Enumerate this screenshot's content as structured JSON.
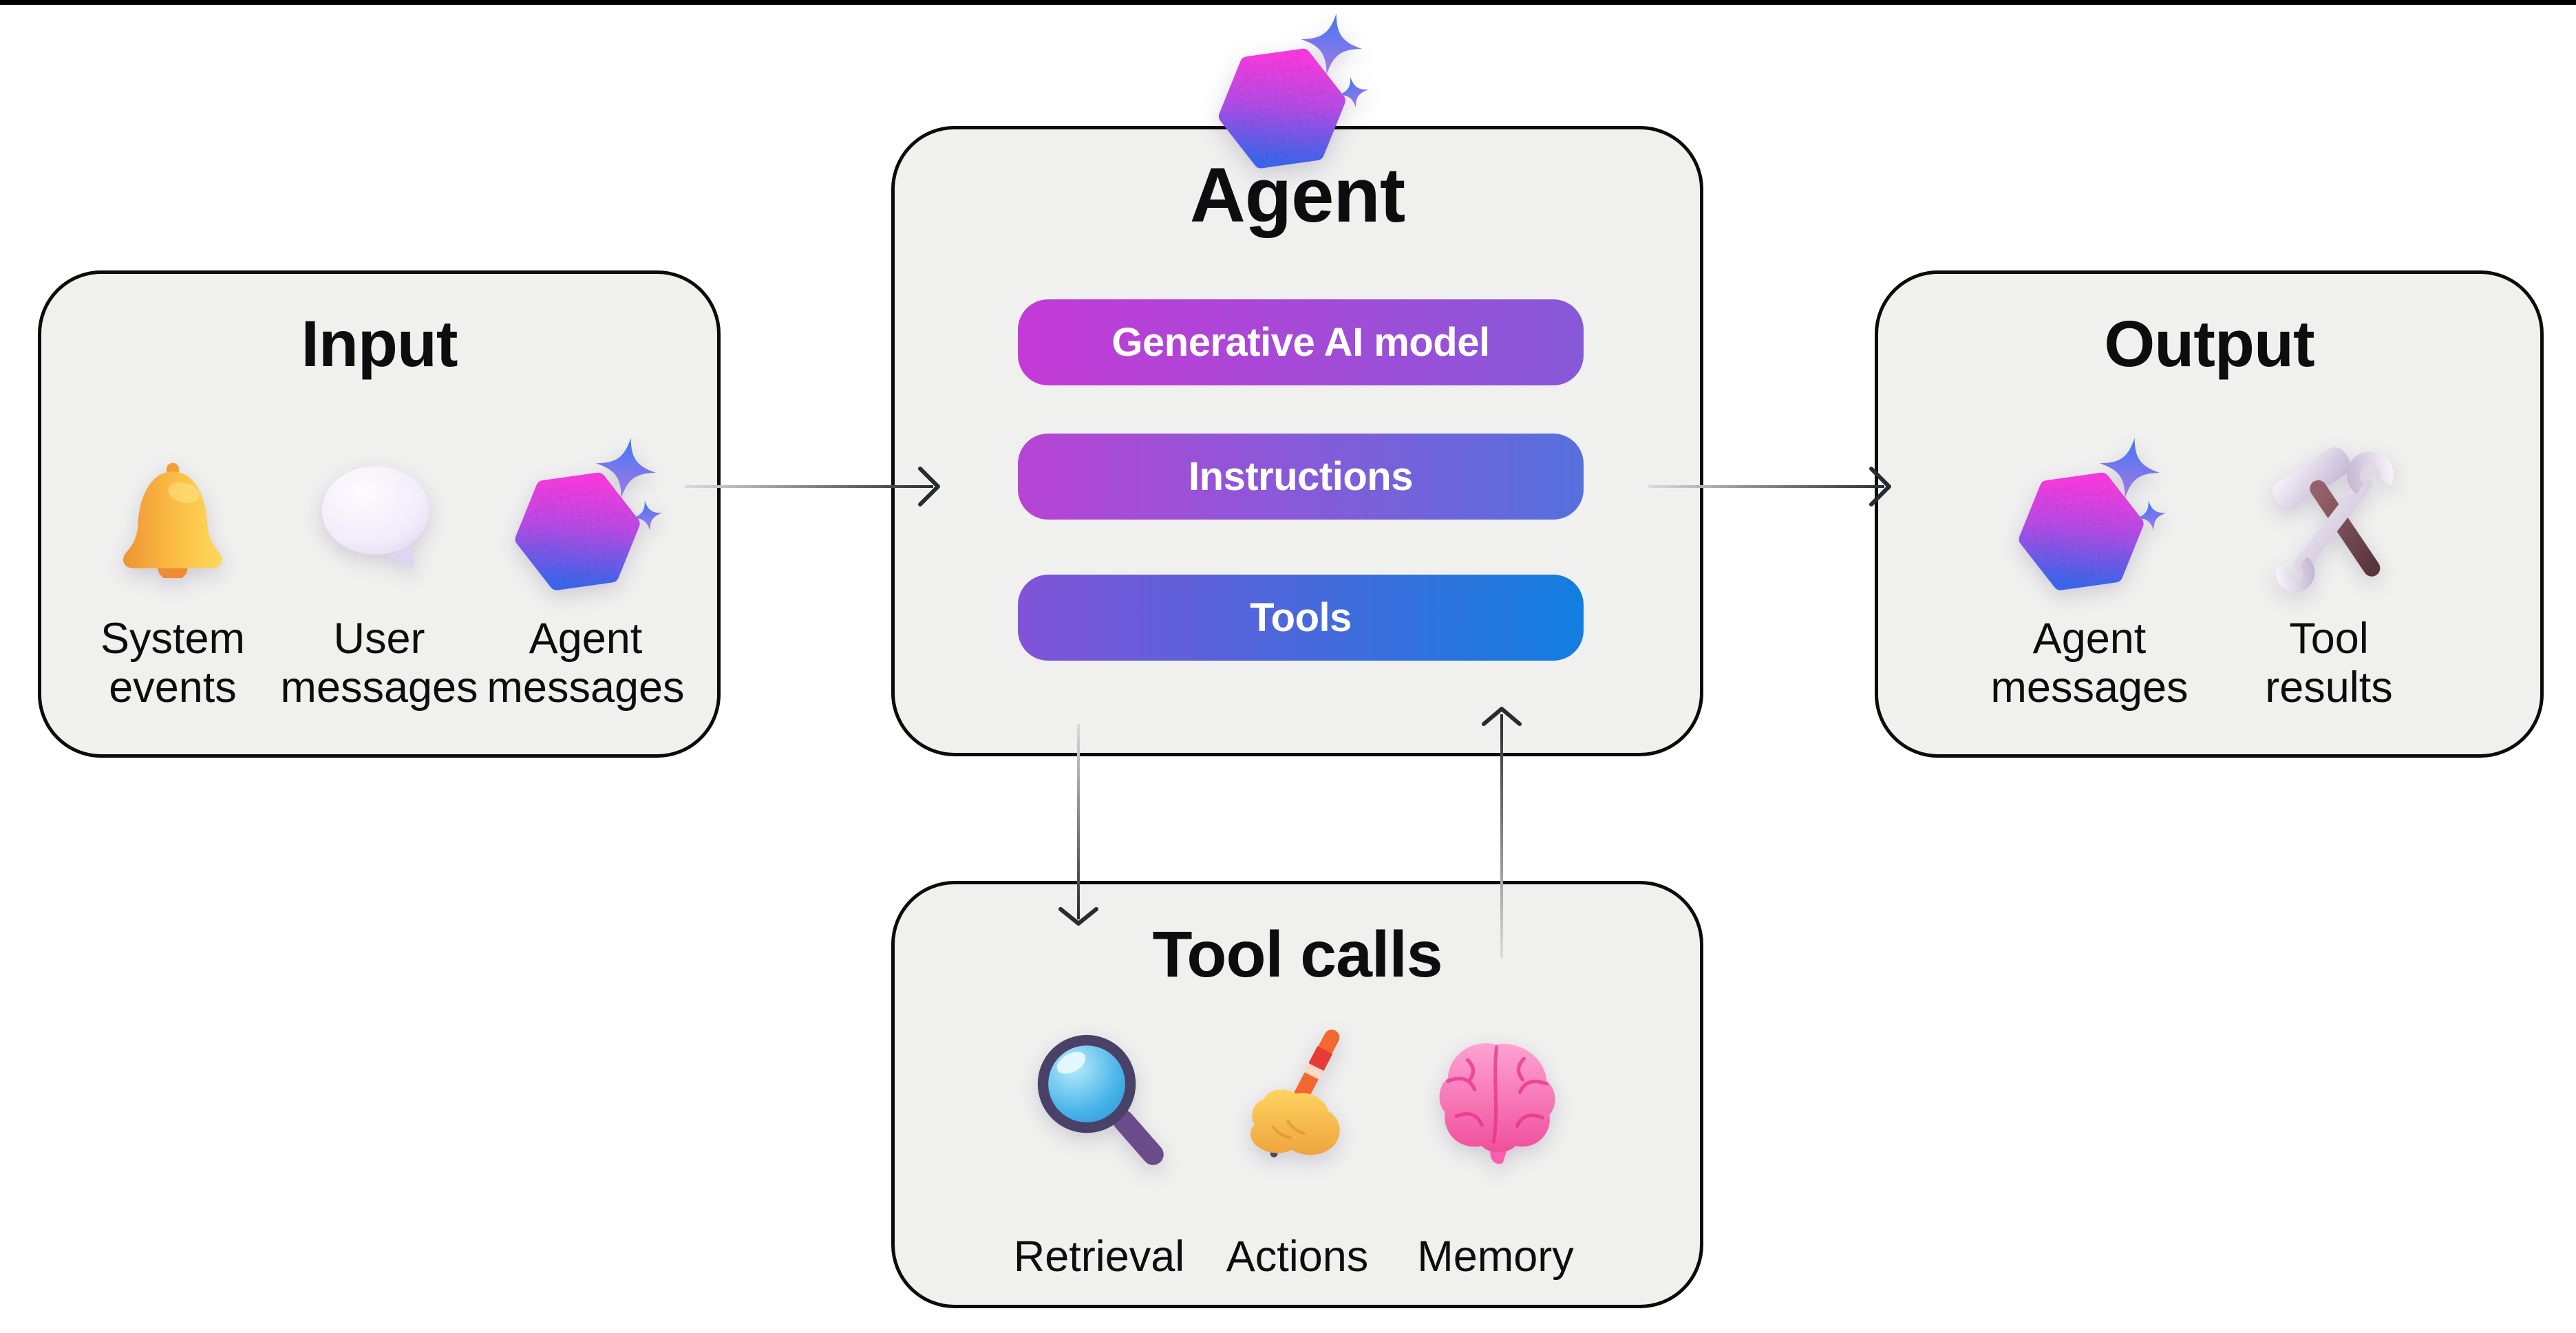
{
  "canvas": {
    "background": "#ffffff",
    "top_edge_color": "#000000"
  },
  "styles": {
    "box_fill": "#f0f0ef",
    "box_border": "#0b0b0b",
    "text_color": "#0d0d0f",
    "arrow_dark": "#2a2a32",
    "arrow_light": "#dcdce0",
    "pill_text_color": "#ffffff"
  },
  "boxes": {
    "input": {
      "title": "Input",
      "items": [
        {
          "icon": "bell-icon",
          "label": "System events"
        },
        {
          "icon": "speech-bubble-icon",
          "label": "User messages"
        },
        {
          "icon": "agent-hexagon-sparkle-icon",
          "label": "Agent messages"
        }
      ]
    },
    "agent": {
      "title": "Agent",
      "badge_icon": "agent-hexagon-sparkle-icon",
      "pills": [
        {
          "label": "Generative AI model",
          "gradient_start": "#c43ad6",
          "gradient_end": "#8659d8"
        },
        {
          "label": "Instructions",
          "gradient_start": "#b844d4",
          "gradient_end": "#5570dc"
        },
        {
          "label": "Tools",
          "gradient_start": "#8153d8",
          "gradient_end": "#117ee0"
        }
      ]
    },
    "output": {
      "title": "Output",
      "items": [
        {
          "icon": "agent-hexagon-sparkle-icon",
          "label": "Agent messages"
        },
        {
          "icon": "hammer-wrench-icon",
          "label": "Tool results"
        }
      ]
    },
    "tool_calls": {
      "title": "Tool calls",
      "items": [
        {
          "icon": "magnifier-icon",
          "label": "Retrieval"
        },
        {
          "icon": "writing-hand-icon",
          "label": "Actions"
        },
        {
          "icon": "brain-icon",
          "label": "Memory"
        }
      ]
    }
  },
  "arrows": [
    {
      "name": "input-to-agent",
      "direction": "right"
    },
    {
      "name": "agent-to-output",
      "direction": "right"
    },
    {
      "name": "agent-to-tool-calls",
      "direction": "down"
    },
    {
      "name": "tool-calls-to-agent",
      "direction": "up"
    }
  ]
}
